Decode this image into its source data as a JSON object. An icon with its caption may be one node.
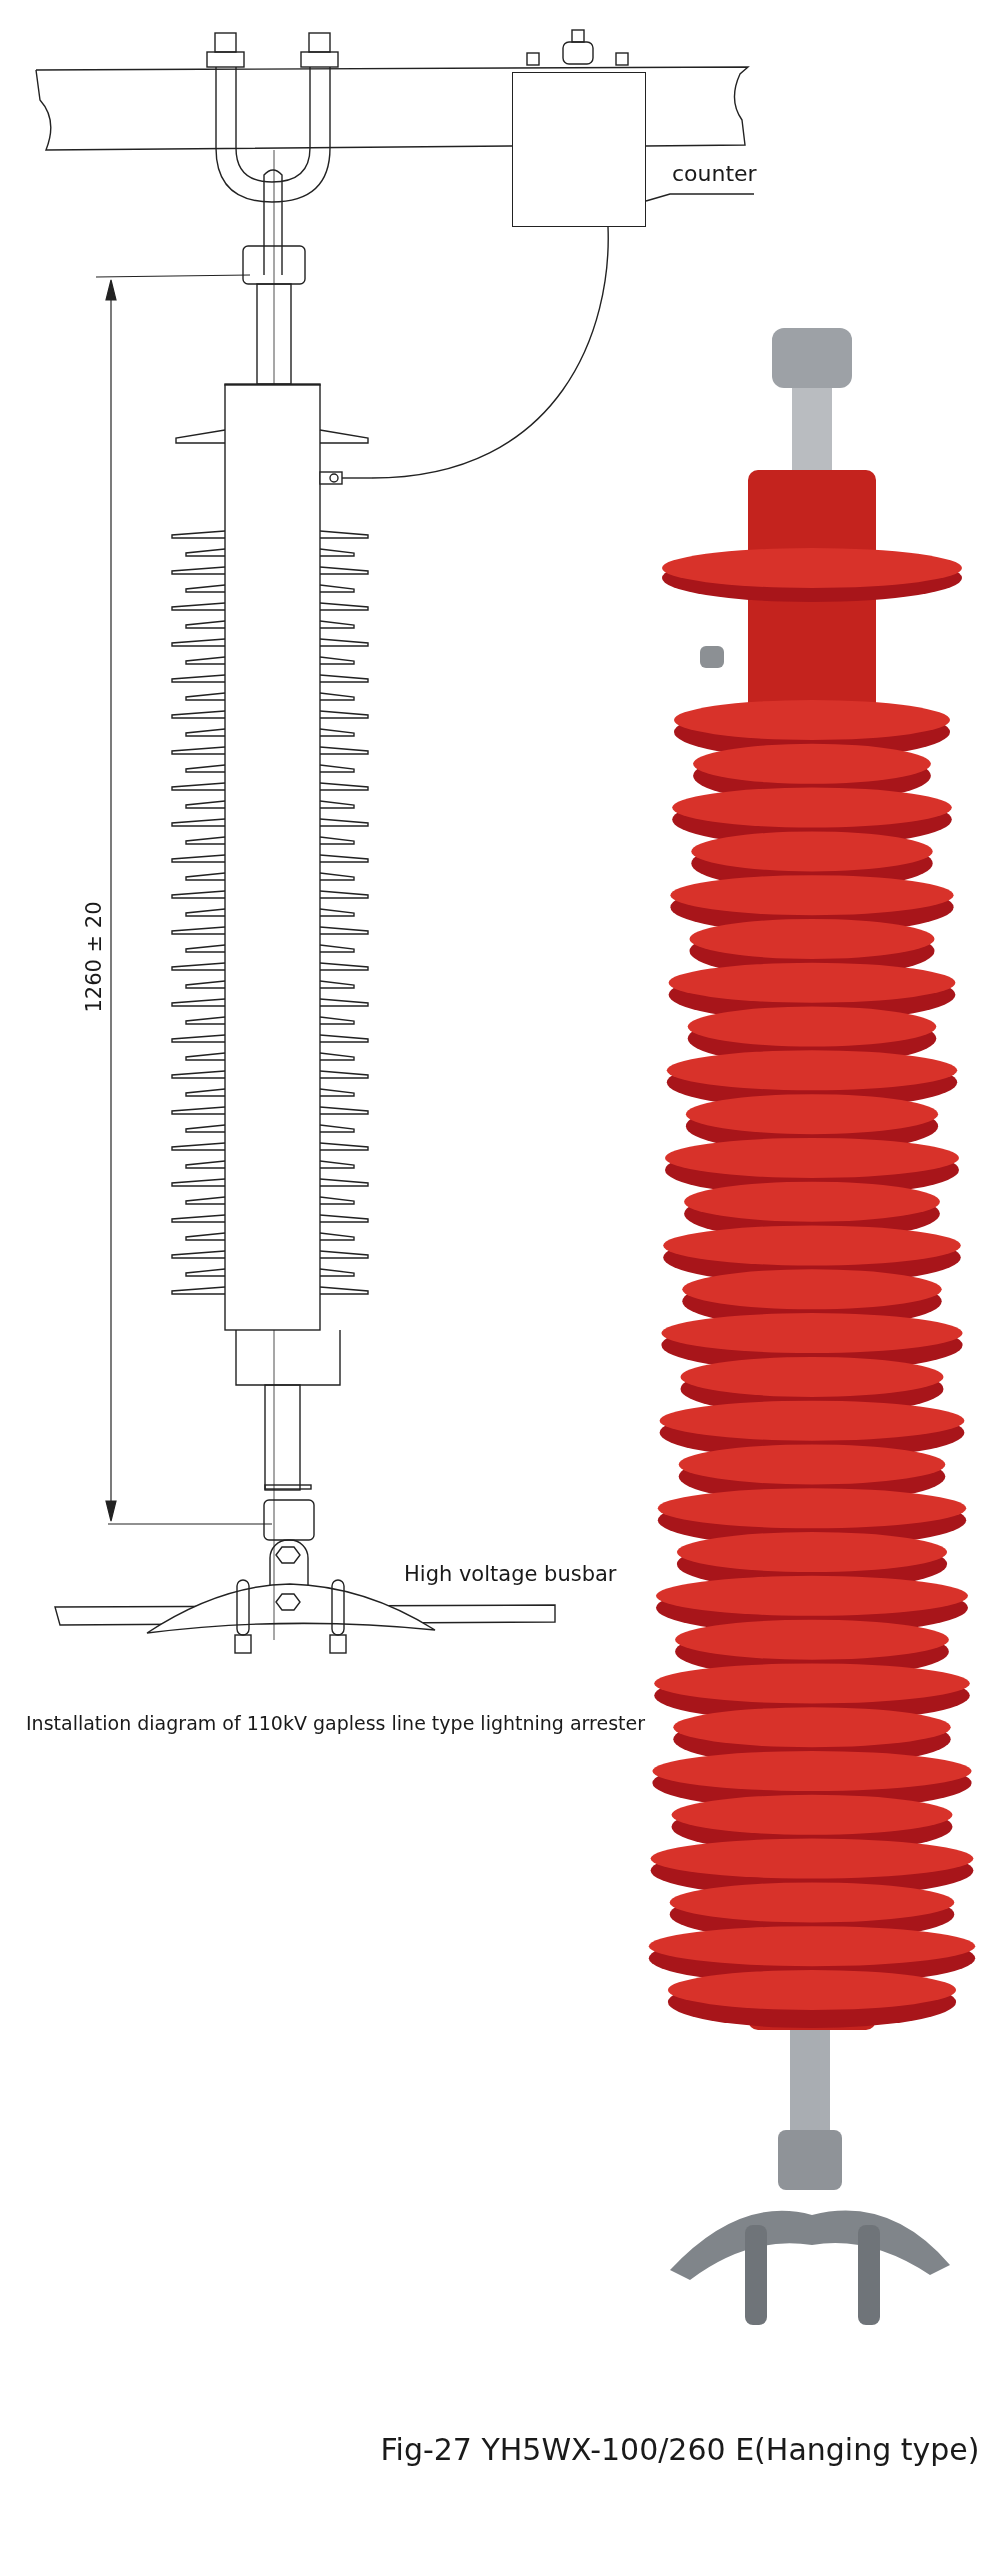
{
  "diagram": {
    "caption": "Fig-27 YH5WX-100/260 E(Hanging type)",
    "nodes": [
      {
        "text": [
          "counter"
        ]
      },
      {
        "text": [],
        "shape": "box"
      },
      {
        "text": [],
        "shape": "picture"
      }
    ],
    "edges": [
      {
        "from": 0,
        "to": 1,
        "arrow": "none"
      },
      {
        "from": 2,
        "to": 1,
        "arrow": "none"
      }
    ],
    "labels": [
      "1260 ± 20",
      "High voltage busbar",
      "Installation diagram of 110kV gapless line type lightning arrester"
    ]
  }
}
